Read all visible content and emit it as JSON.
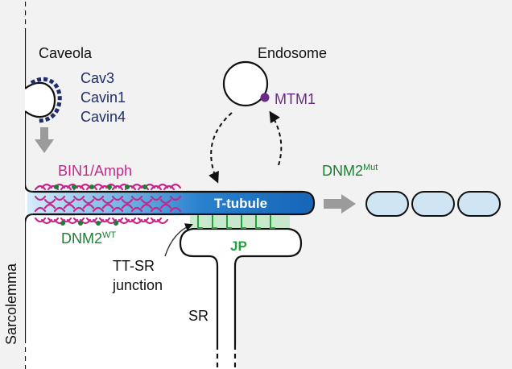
{
  "labels": {
    "caveola": "Caveola",
    "cav3": "Cav3",
    "cavin1": "Cavin1",
    "cavin4": "Cavin4",
    "endosome": "Endosome",
    "mtm1": "MTM1",
    "bin1": "BIN1/Amph",
    "ttubule": "T-tubule",
    "dnm2_mut_base": "DNM2",
    "dnm2_mut_sup": "Mut",
    "dnm2_wt_base": "DNM2",
    "dnm2_wt_sup": "WT",
    "jp": "JP",
    "ttsr_line1": "TT-SR",
    "ttsr_line2": "junction",
    "sr": "SR",
    "sarcolemma": "Sarcolemma"
  },
  "colors": {
    "background": "#f2f2f2",
    "ink": "#111111",
    "cav_navy": "#1f2d6b",
    "mtm_purple": "#6a2a86",
    "bin_magenta": "#c4288c",
    "dnm_green": "#1e7d33",
    "jp_green": "#21a33a",
    "tubule_blue": "#1f73c6",
    "fragment_fill": "#cfe5f3",
    "arrow_gray": "#9b9b9b"
  }
}
